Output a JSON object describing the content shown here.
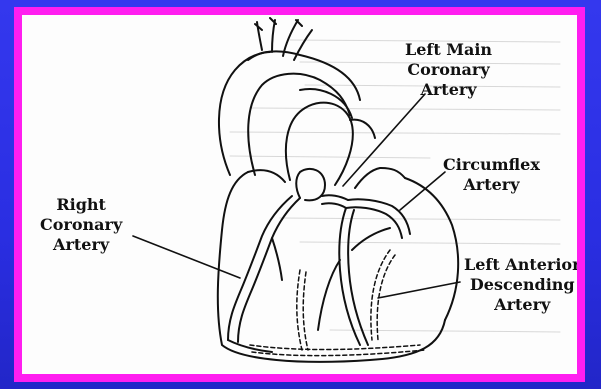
{
  "labels": {
    "left_main": [
      "Left Main",
      "Coronary",
      "Artery"
    ],
    "circumflex": [
      "Circumflex",
      "Artery"
    ],
    "right_coronary": [
      "Right",
      "Coronary",
      "Artery"
    ],
    "lad": [
      "Left Anterior",
      "Descending",
      "Artery"
    ]
  },
  "colors": {
    "background": "#2b2fe0",
    "frame": "#ff1ef0",
    "paper": "#fdfdfd",
    "ink": "#111111"
  }
}
